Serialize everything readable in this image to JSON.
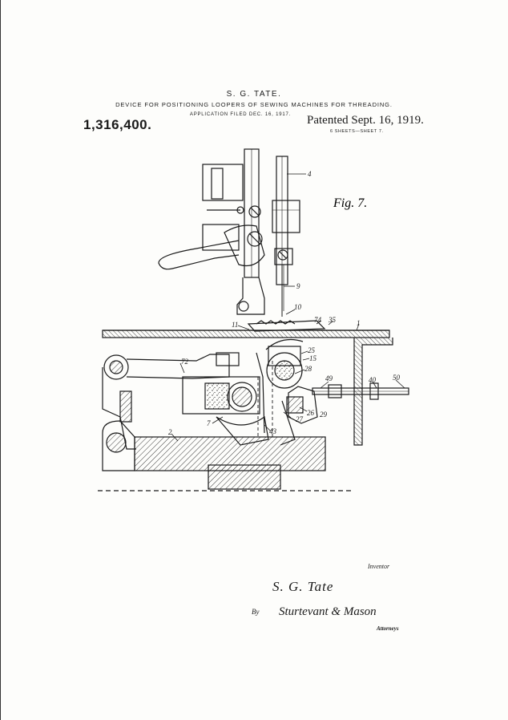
{
  "header": {
    "inventor_name": "S. G. TATE.",
    "title": "DEVICE FOR POSITIONING LOOPERS OF SEWING MACHINES FOR THREADING.",
    "application": "APPLICATION FILED DEC. 16, 1917.",
    "patent_number": "1,316,400.",
    "patented_date": "Patented Sept. 16, 1919.",
    "sheets": "6 SHEETS—SHEET 7."
  },
  "figure": {
    "label": "Fig. 7.",
    "refs": [
      "4",
      "9",
      "10",
      "11",
      "74",
      "35",
      "1",
      "72",
      "25",
      "15",
      "28",
      "49",
      "40",
      "50",
      "26",
      "29",
      "27",
      "43",
      "7",
      "2"
    ]
  },
  "footer": {
    "inventor_label": "Inventor",
    "inventor_signature": "S. G. Tate",
    "by_label": "By",
    "attorney_signature": "Sturtevant & Mason",
    "attorneys_label": "Attorneys"
  }
}
